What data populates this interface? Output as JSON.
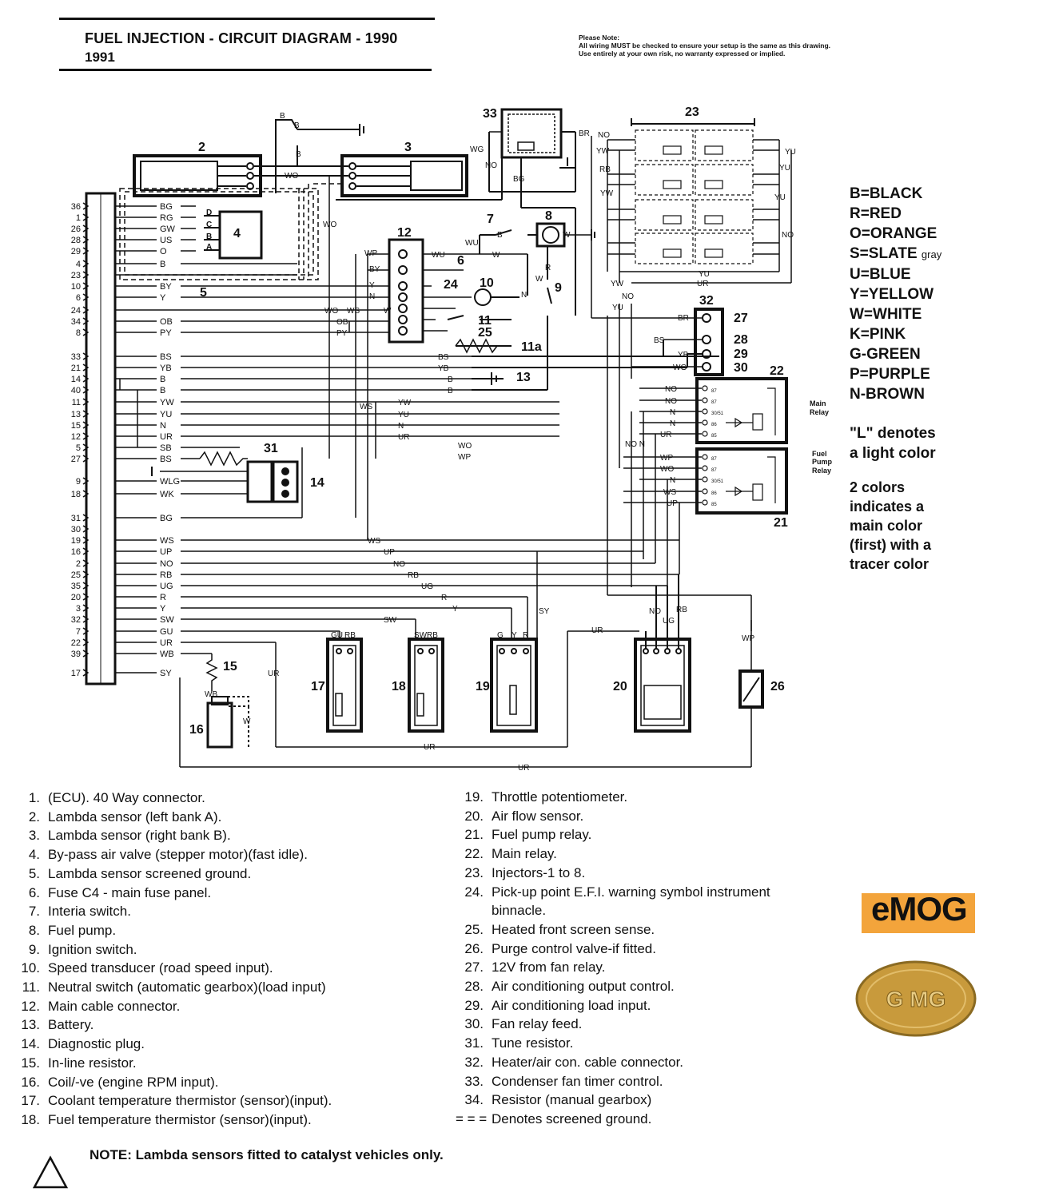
{
  "title": {
    "line1": "FUEL INJECTION - CIRCUIT DIAGRAM - 1990",
    "line2": "1991"
  },
  "note": {
    "heading": "Please Note:",
    "line1": "All wiring MUST be checked to ensure your setup is the same as this drawing.",
    "line2": "Use   entirely at your own risk, no warranty expressed or implied."
  },
  "color_legend": [
    "B=BLACK",
    "R=RED",
    "O=ORANGE",
    "S=SLATE",
    "U=BLUE",
    "Y=YELLOW",
    "W=WHITE",
    "K=PINK",
    "G-GREEN",
    "P=PURPLE",
    "N-BROWN"
  ],
  "slate_sup": "gray",
  "legend_light": [
    "\"L\" denotes",
    "a light color"
  ],
  "legend_two_colors": [
    "2 colors",
    "indicates a",
    "main color",
    "(first) with a",
    "tracer color"
  ],
  "components_left": [
    {
      "n": "1.",
      "t": "(ECU). 40 Way connector."
    },
    {
      "n": "2.",
      "t": "Lambda sensor (left bank A)."
    },
    {
      "n": "3.",
      "t": "Lambda sensor (right bank B)."
    },
    {
      "n": "4.",
      "t": "By-pass air valve (stepper motor)(fast idle)."
    },
    {
      "n": "5.",
      "t": "Lambda sensor screened ground."
    },
    {
      "n": "6.",
      "t": "Fuse C4 - main fuse panel."
    },
    {
      "n": "7.",
      "t": "Interia switch."
    },
    {
      "n": "8.",
      "t": "Fuel pump."
    },
    {
      "n": "9.",
      "t": "Ignition switch."
    },
    {
      "n": "10.",
      "t": "Speed transducer (road speed input)."
    },
    {
      "n": "11.",
      "t": "Neutral switch (automatic gearbox)(load input)"
    },
    {
      "n": "12.",
      "t": "Main cable connector."
    },
    {
      "n": "13.",
      "t": "Battery."
    },
    {
      "n": "14.",
      "t": "Diagnostic plug."
    },
    {
      "n": "15.",
      "t": "In-line resistor."
    },
    {
      "n": "16.",
      "t": "Coil/-ve (engine RPM input)."
    },
    {
      "n": "17.",
      "t": "Coolant temperature thermistor (sensor)(input)."
    },
    {
      "n": "18.",
      "t": "Fuel temperature thermistor (sensor)(input)."
    }
  ],
  "components_right": [
    {
      "n": "19.",
      "t": "Throttle potentiometer."
    },
    {
      "n": "20.",
      "t": "Air flow sensor."
    },
    {
      "n": "21.",
      "t": "Fuel pump relay."
    },
    {
      "n": "22.",
      "t": "Main relay."
    },
    {
      "n": "23.",
      "t": "Injectors-1 to 8."
    },
    {
      "n": "24.",
      "t": "Pick-up point E.F.I. warning symbol instrument"
    },
    {
      "n": "",
      "t": "binnacle."
    },
    {
      "n": "25.",
      "t": "Heated front screen sense."
    },
    {
      "n": "26.",
      "t": "Purge control valve-if fitted."
    },
    {
      "n": "27.",
      "t": "12V from fan relay."
    },
    {
      "n": "28.",
      "t": "Air conditioning output control."
    },
    {
      "n": "29.",
      "t": "Air conditioning load input."
    },
    {
      "n": "30.",
      "t": "Fan relay feed."
    },
    {
      "n": "31.",
      "t": "Tune resistor."
    },
    {
      "n": "32.",
      "t": "Heater/air con. cable connector."
    },
    {
      "n": "33.",
      "t": "Condenser fan timer control."
    },
    {
      "n": "34.",
      "t": "Resistor (manual gearbox)"
    },
    {
      "n": "= = =",
      "t": "Denotes screened ground."
    }
  ],
  "bottom_note": "NOTE: Lambda sensors fitted to catalyst vehicles only.",
  "logo_text": "eMOG",
  "badge_text": "G MG",
  "ecu_pins": [
    "36",
    "1",
    "26",
    "28",
    "29",
    "4",
    "23",
    "10",
    "6",
    "24",
    "34",
    "8",
    "33",
    "21",
    "14",
    "40",
    "11",
    "13",
    "15",
    "12",
    "5",
    "27",
    "9",
    "18",
    "31",
    "30",
    "19",
    "16",
    "2",
    "25",
    "35",
    "20",
    "3",
    "32",
    "7",
    "22",
    "39",
    "17"
  ],
  "ecu_wires": [
    "BG",
    "RG",
    "GW",
    "US",
    "O",
    "B",
    "",
    "BY",
    "Y",
    "",
    "OB",
    "PY",
    "BS",
    "YB",
    "B",
    "B",
    "YW",
    "YU",
    "N",
    "UR",
    "SB",
    "BS",
    "WLG",
    "WK",
    "BG",
    "",
    "WS",
    "UP",
    "NO",
    "RB",
    "UG",
    "R",
    "Y",
    "SW",
    "GU",
    "UR",
    "WB",
    "SY"
  ],
  "component_numbers": [
    "2",
    "3",
    "4",
    "5",
    "6",
    "7",
    "8",
    "9",
    "10",
    "11",
    "11a",
    "12",
    "13",
    "14",
    "15",
    "16",
    "17",
    "18",
    "19",
    "20",
    "21",
    "22",
    "23",
    "24",
    "25",
    "26",
    "27",
    "28",
    "29",
    "30",
    "31",
    "32",
    "33"
  ],
  "wire_labels": [
    "B",
    "B",
    "B",
    "WO",
    "WO",
    "WO",
    "WS",
    "OB",
    "PY",
    "WS",
    "WP",
    "BY",
    "Y",
    "N",
    "W",
    "WU",
    "WU",
    "B",
    "W",
    "W",
    "W",
    "N",
    "R",
    "BS",
    "YB",
    "B",
    "B",
    "YW",
    "YU",
    "N",
    "UR",
    "WO",
    "WP",
    "WS",
    "UP",
    "NO",
    "RB",
    "UG",
    "R",
    "Y",
    "SW",
    "UR",
    "UR",
    "UR",
    "SY",
    "RB",
    "YW",
    "YU",
    "YU",
    "NO",
    "YU",
    "UR",
    "BR",
    "BS",
    "YB",
    "WG",
    "NO",
    "NO",
    "N",
    "N",
    "UR",
    "WP",
    "WO",
    "N",
    "WS",
    "UP",
    "WG",
    "NO",
    "BG",
    "BR",
    "NO",
    "YW",
    "YU",
    "NO",
    "YW",
    "YU",
    "UR",
    "WB",
    "W",
    "GU",
    "RB",
    "SW",
    "RB",
    "G",
    "Y",
    "R",
    "NO",
    "UG",
    "RB",
    "WP",
    "NO N"
  ],
  "relay_labels": {
    "main_1": "Main",
    "main_2": "Relay",
    "fuel_1": "Fuel",
    "fuel_2": "Pump",
    "fuel_3": "Relay"
  },
  "relay_pins": [
    "87",
    "87",
    "30/51",
    "86",
    "85"
  ],
  "connector_letters": [
    "D",
    "C",
    "B",
    "A"
  ]
}
